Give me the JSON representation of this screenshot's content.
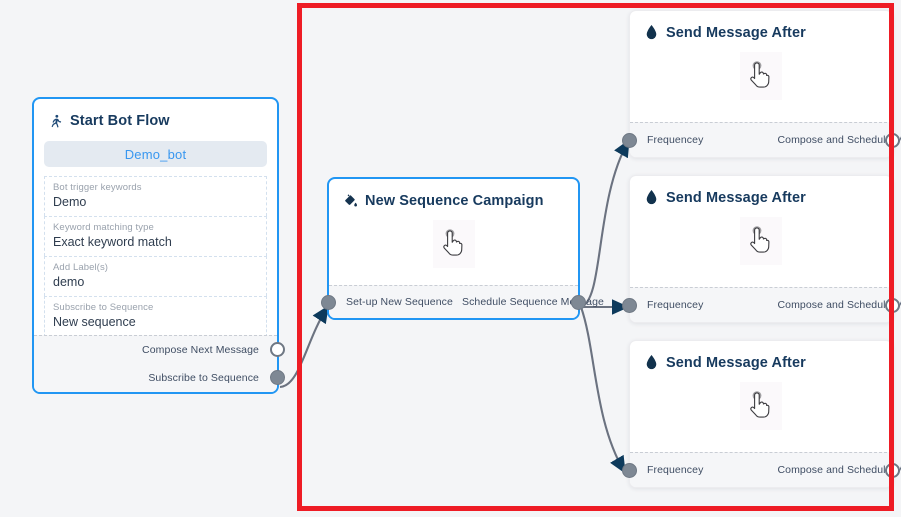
{
  "canvas": {
    "background_color": "#f4f5f7",
    "selection_rect_color": "#ee1c25"
  },
  "nodes": {
    "start": {
      "title": "Start Bot Flow",
      "icon": "running-person-icon",
      "bot_pill": "Demo_bot",
      "accent_color": "#2196f3",
      "fields": [
        {
          "label": "Bot trigger keywords",
          "value": "Demo"
        },
        {
          "label": "Keyword matching type",
          "value": "Exact keyword match"
        },
        {
          "label": "Add Label(s)",
          "value": "demo"
        },
        {
          "label": "Subscribe to Sequence",
          "value": "New sequence"
        }
      ],
      "ports": [
        {
          "label": "Compose Next Message",
          "state": "hollow"
        },
        {
          "label": "Subscribe to Sequence",
          "state": "filled"
        }
      ]
    },
    "campaign": {
      "title": "New Sequence Campaign",
      "icon": "paint-pour-icon",
      "body_icon": "hand-pointer-cursor-icon",
      "accent_color": "#2196f3",
      "ports_in": {
        "label": "Set-up New Sequence",
        "state": "filled"
      },
      "ports_out": {
        "label": "Schedule Sequence Message",
        "state": "filled"
      }
    },
    "messages": [
      {
        "title": "Send Message After",
        "icon": "droplet-icon",
        "body_icon": "hand-pointer-cursor-icon",
        "in_label": "Frequencey",
        "in_state": "filled",
        "out_label": "Compose and Schedule Message",
        "out_state": "hollow"
      },
      {
        "title": "Send Message After",
        "icon": "droplet-icon",
        "body_icon": "hand-pointer-cursor-icon",
        "in_label": "Frequencey",
        "in_state": "filled",
        "out_label": "Compose and Schedule Message",
        "out_state": "hollow"
      },
      {
        "title": "Send Message After",
        "icon": "droplet-icon",
        "body_icon": "hand-pointer-cursor-icon",
        "in_label": "Frequencey",
        "in_state": "filled",
        "out_label": "Compose and Schedule Message",
        "out_state": "hollow"
      }
    ]
  },
  "edges": [
    {
      "from": "start.subscribe-to-sequence",
      "to": "campaign.set-up-new-sequence"
    },
    {
      "from": "campaign.schedule-sequence-message",
      "to": "message-1.frequencey"
    },
    {
      "from": "campaign.schedule-sequence-message",
      "to": "message-2.frequencey"
    },
    {
      "from": "campaign.schedule-sequence-message",
      "to": "message-3.frequencey"
    }
  ]
}
